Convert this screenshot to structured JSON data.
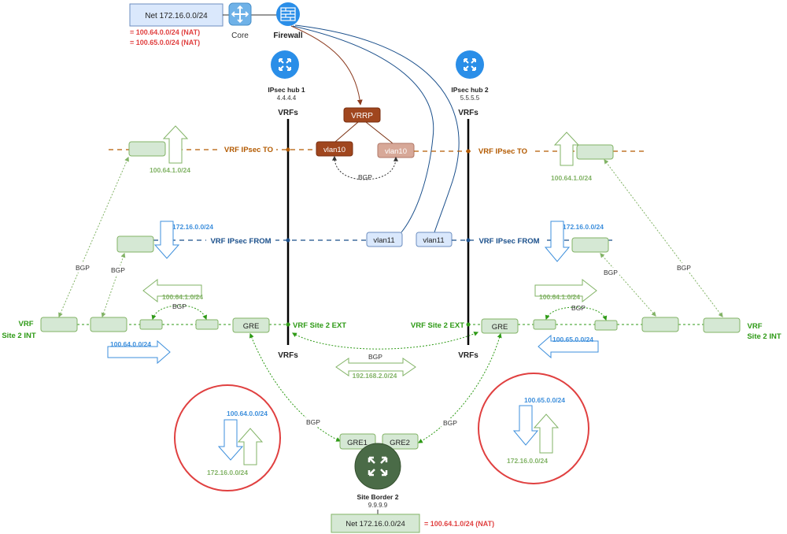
{
  "header": {
    "net_label": "Net 172.16.0.0/24",
    "nat_line_1": "= 100.64.0.0/24 (NAT)",
    "nat_line_2": "= 100.65.0.0/24 (NAT)",
    "core_label": "Core",
    "firewall_label": "Firewall"
  },
  "hub1": {
    "name": "IPsec hub 1",
    "ip": "4.4.4.4",
    "vrfs_top": "VRFs",
    "vrfs_bottom": "VRFs"
  },
  "hub2": {
    "name": "IPsec hub 2",
    "ip": "5.5.5.5",
    "vrfs_top": "VRFs",
    "vrfs_bottom": "VRFs"
  },
  "center": {
    "vrrp": "VRRP",
    "vlan10_a": "vlan10",
    "vlan10_b": "vlan10",
    "bgp": "BGP",
    "vlan11_a": "vlan11",
    "vlan11_b": "vlan11"
  },
  "vrf_labels": {
    "ipsec_to_left": "VRF IPsec TO",
    "ipsec_to_right": "VRF IPsec TO",
    "ipsec_from_left": "VRF IPsec FROM",
    "ipsec_from_right": "VRF IPsec FROM",
    "site2_ext_left": "VRF Site 2 EXT",
    "site2_ext_right": "VRF Site 2 EXT",
    "site2_int_left_1": "VRF",
    "site2_int_left_2": "Site 2 INT",
    "site2_int_right_1": "VRF",
    "site2_int_right_2": "Site 2 INT"
  },
  "left": {
    "route_to": "100.64.1.0/24",
    "route_from": "172.16.0.0/24",
    "route_mid": "100.64.1.0/24",
    "route_bottom": "100.64.0.0/24",
    "bgp_outer": "BGP",
    "bgp_inner": "BGP",
    "bgp_small": "BGP",
    "gre": "GRE"
  },
  "right": {
    "route_to": "100.64.1.0/24",
    "route_from": "172.16.0.0/24",
    "route_mid": "100.64.1.0/24",
    "route_bottom": "100.65.0.0/24",
    "bgp_outer": "BGP",
    "bgp_inner": "BGP",
    "bgp_small": "BGP",
    "gre": "GRE"
  },
  "middle": {
    "bgp_gre": "BGP",
    "route": "192.168.2.0/24",
    "bgp_left": "BGP",
    "bgp_right": "BGP"
  },
  "circle_left": {
    "top": "100.64.0.0/24",
    "bottom": "172.16.0.0/24"
  },
  "circle_right": {
    "top": "100.65.0.0/24",
    "bottom": "172.16.0.0/24"
  },
  "site_border": {
    "gre1": "GRE1",
    "gre2": "GRE2",
    "name": "Site Border 2",
    "ip": "9.9.9.9",
    "net_label": "Net 172.16.0.0/24",
    "nat_label": "= 100.64.1.0/24 (NAT)"
  },
  "colors": {
    "orange": "#b35a00",
    "blue": "#1a4f8b",
    "green": "#2e9a16",
    "light_green": "#82b366",
    "light_blue": "#3d8fdc",
    "red": "#e04040",
    "router_blue": "#2a8ee8"
  }
}
